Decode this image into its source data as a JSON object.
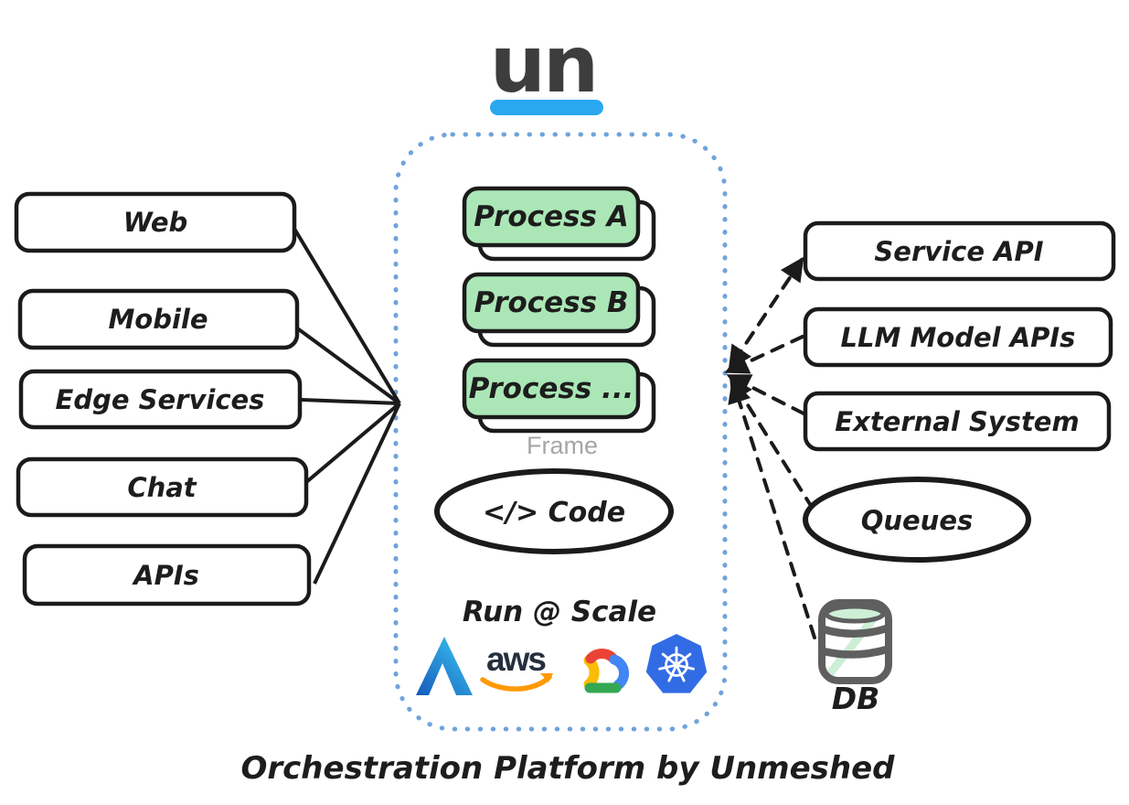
{
  "logo": {
    "text": "un"
  },
  "frame": {
    "label": "Frame",
    "processes": [
      "Process A",
      "Process B",
      "Process ..."
    ],
    "code_label": "</> Code",
    "run_label": "Run @ Scale",
    "aws_label": "aws",
    "platform_icons": [
      "azure-icon",
      "aws-icon",
      "google-cloud-icon",
      "kubernetes-icon"
    ]
  },
  "clients": [
    "Web",
    "Mobile",
    "Edge Services",
    "Chat",
    "APIs"
  ],
  "systems": [
    "Service API",
    "LLM Model APIs",
    "External System",
    "Queues",
    "DB"
  ],
  "caption": "Orchestration Platform by Unmeshed",
  "colors": {
    "accent_blue_underline": "#29a8f0",
    "frame_dotted_border": "#6fa3db",
    "process_green": "#abe7b6",
    "ink": "#1b1b1b",
    "frame_label_gray": "#a6a6a6",
    "azure_blue_dark": "#1559ba",
    "azure_blue_light": "#3ccbf4",
    "aws_navy": "#252f3e",
    "aws_orange": "#ff9900",
    "gcp_red": "#ea4335",
    "gcp_yellow": "#fbbc05",
    "gcp_green": "#34a853",
    "gcp_blue": "#4285f4",
    "k8s_blue": "#326ce5",
    "db_gray": "#5f5f5f",
    "db_green": "#cdefd6"
  }
}
